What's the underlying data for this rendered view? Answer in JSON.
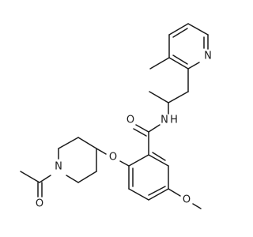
{
  "molecule": {
    "atom_labels": {
      "pyridine_n": "N",
      "amide_nh": "N",
      "amide_h": "H",
      "carbonyl_o": "O",
      "ether_o": "O",
      "methoxy_o": "O",
      "piperidine_n": "N",
      "acetyl_o": "O"
    }
  }
}
